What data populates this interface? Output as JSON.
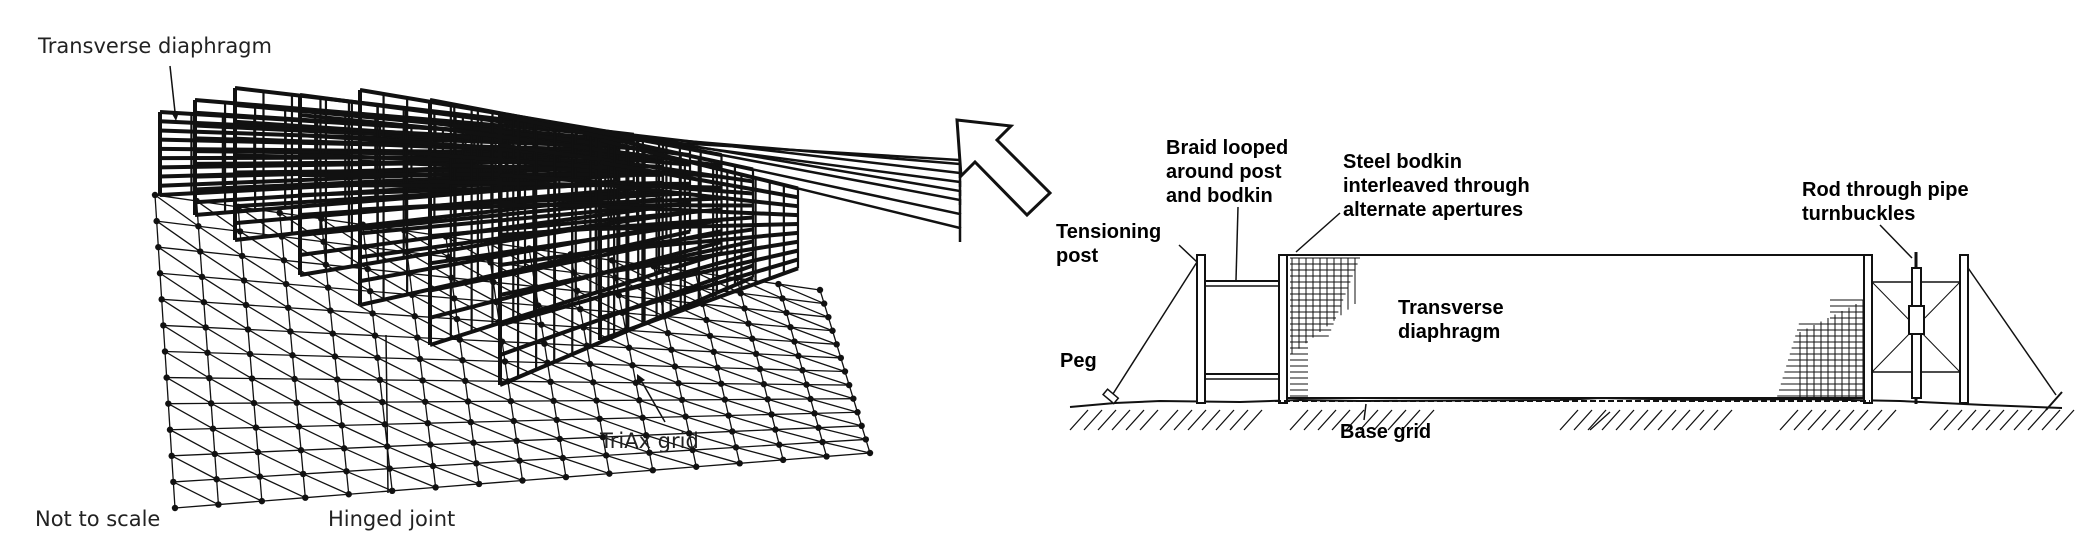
{
  "left_diagram": {
    "labels": {
      "transverse_diaphragm": "Transverse diaphragm",
      "triax_grid": "TriAx grid",
      "hinged_joint": "Hinged joint",
      "not_to_scale": "Not to scale"
    }
  },
  "right_diagram": {
    "labels": {
      "tensioning_post_1": "Tensioning",
      "tensioning_post_2": "post",
      "braid_1": "Braid looped",
      "braid_2": "around post",
      "braid_3": "and bodkin",
      "bodkin_1": "Steel bodkin",
      "bodkin_2": "interleaved through",
      "bodkin_3": "alternate apertures",
      "rod_1": "Rod through pipe",
      "rod_2": "turnbuckles",
      "transverse_1": "Transverse",
      "transverse_2": "diaphragm",
      "peg": "Peg",
      "base_grid": "Base grid"
    }
  },
  "colors": {
    "ink": "#111111",
    "background": "#ffffff"
  }
}
